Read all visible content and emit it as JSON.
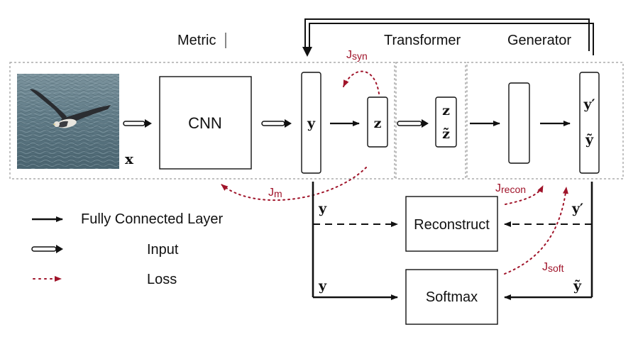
{
  "sections": {
    "metric": "Metric",
    "transformer": "Transformer",
    "generator": "Generator"
  },
  "labels": {
    "x": "x",
    "cnn": "CNN",
    "y": "y",
    "z": "z",
    "z_tilde": "z̃",
    "y_prime": "y′",
    "y_tilde": "ỹ",
    "reconstruct": "Reconstruct",
    "softmax": "Softmax"
  },
  "losses": {
    "syn": "J",
    "syn_sub": "syn",
    "m": "J",
    "m_sub": "m",
    "recon": "J",
    "recon_sub": "recon",
    "soft": "J",
    "soft_sub": "soft"
  },
  "legend": {
    "fc": "Fully Connected Layer",
    "input": "Input",
    "loss": "Loss"
  },
  "colors": {
    "loss": "#a0142a",
    "line": "#111111",
    "dashed_border": "#9a9a9a",
    "water": "#5d7884"
  }
}
